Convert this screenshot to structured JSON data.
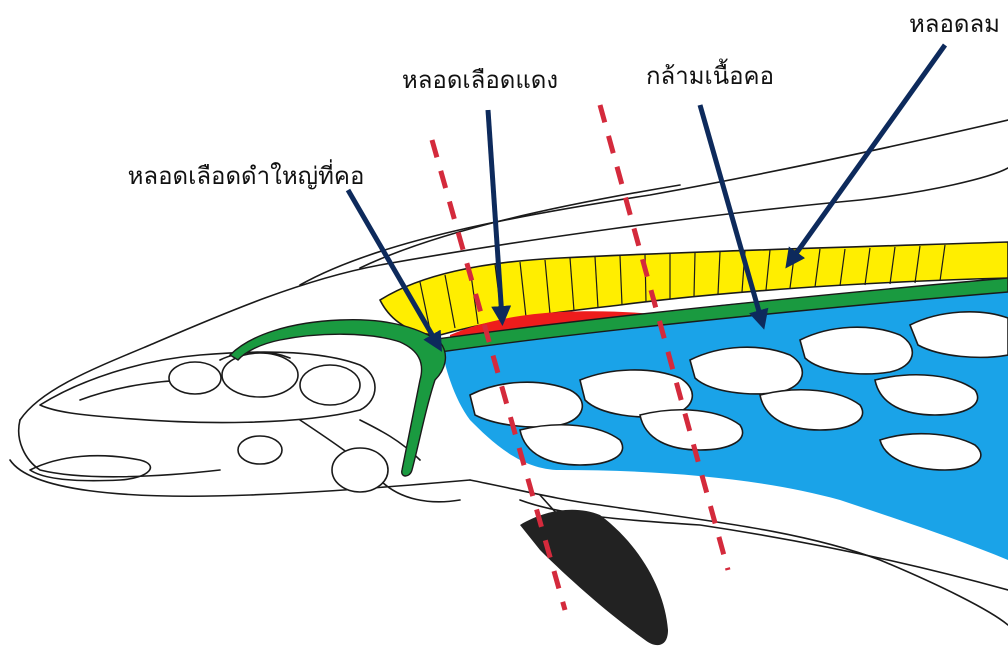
{
  "labels": {
    "trachea": "หลอดลม",
    "artery": "หลอดเลือดแดง",
    "neck_muscle": "กล้ามเนื้อคอ",
    "jugular_vein": "หลอดเลือดดำใหญ่ที่คอ"
  },
  "colors": {
    "trachea": "#ffee00",
    "artery": "#ee1c1c",
    "vein": "#1a9a40",
    "muscle": "#1aa3e8",
    "beak": "#222222",
    "arrow": "#0d2a5c",
    "cut_line": "#d42a3c"
  }
}
